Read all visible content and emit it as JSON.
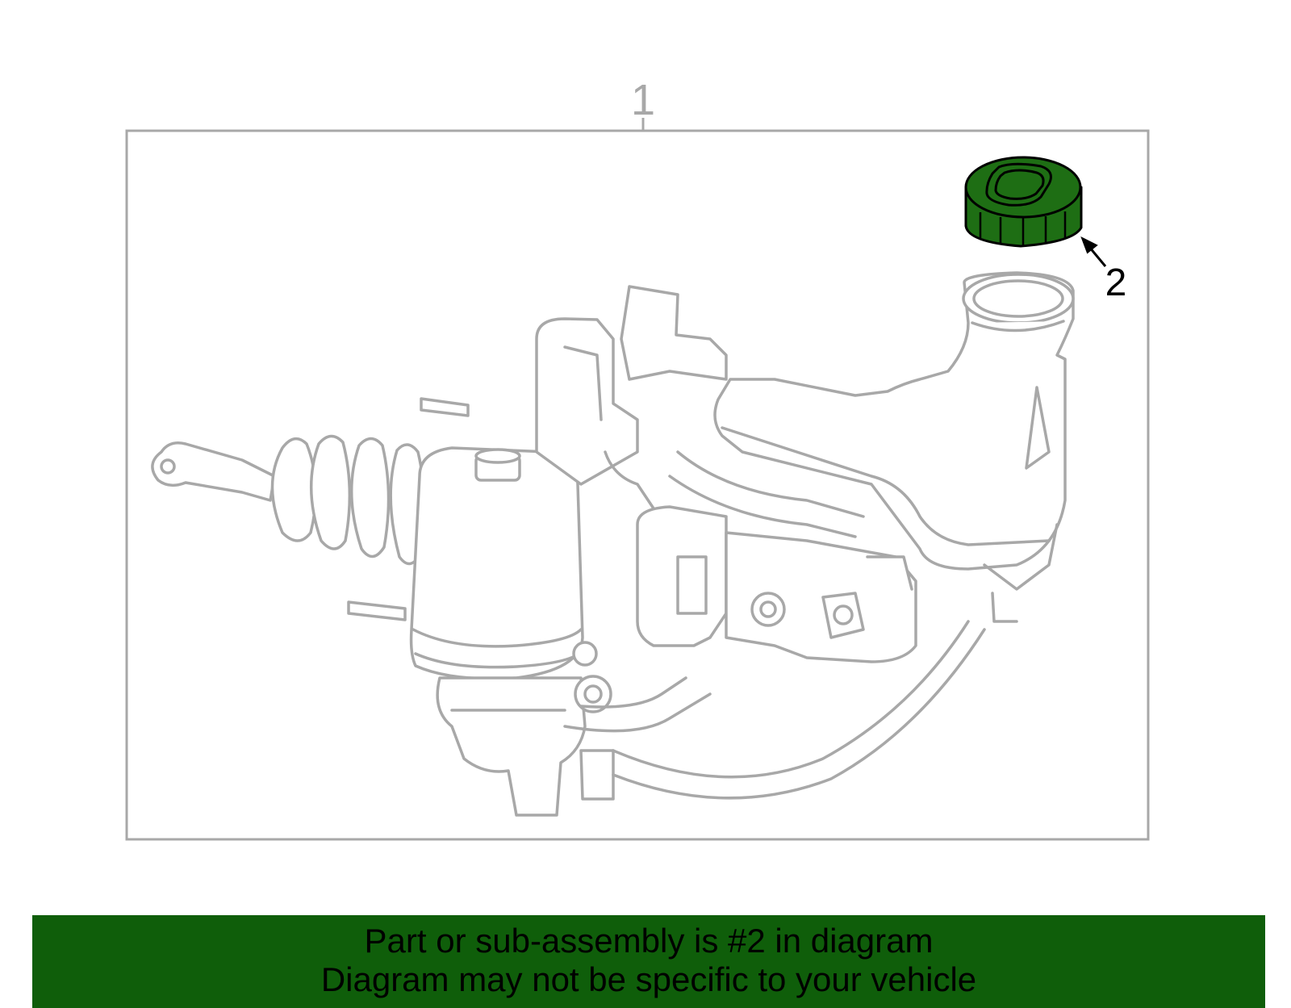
{
  "diagram": {
    "callout_assembly": "1",
    "callout_part": "2",
    "assembly_name": "brake-booster-master-cylinder-assembly",
    "highlighted_part_name": "reservoir-cap",
    "highlight_color": "#1e6e14",
    "line_color": "#a8a8a8"
  },
  "banner": {
    "line1": "Part or sub-assembly is #2 in diagram",
    "line2": "Diagram may not be specific to your vehicle",
    "background": "#0f5e0a"
  }
}
